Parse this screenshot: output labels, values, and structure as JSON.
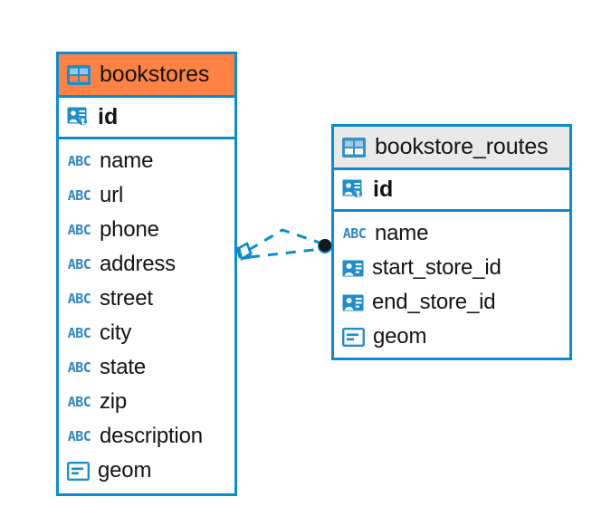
{
  "diagram": {
    "type": "entity-relationship-diagram",
    "background": "#ffffff",
    "accent_color": "#0a8cd2",
    "highlight_color": "#fd8244",
    "header_grey": "#e9e9e9",
    "text_color": "#141414"
  },
  "entities": [
    {
      "name": "bookstores",
      "header_style": "orange",
      "header_icon": "table-icon",
      "primary_key": {
        "label": "id",
        "icon": "primary-key-icon"
      },
      "fields": [
        {
          "label": "name",
          "icon": "text-abc-icon",
          "icon_text": "ABC"
        },
        {
          "label": "url",
          "icon": "text-abc-icon",
          "icon_text": "ABC"
        },
        {
          "label": "phone",
          "icon": "text-abc-icon",
          "icon_text": "ABC"
        },
        {
          "label": "address",
          "icon": "text-abc-icon",
          "icon_text": "ABC"
        },
        {
          "label": "street",
          "icon": "text-abc-icon",
          "icon_text": "ABC"
        },
        {
          "label": "city",
          "icon": "text-abc-icon",
          "icon_text": "ABC"
        },
        {
          "label": "state",
          "icon": "text-abc-icon",
          "icon_text": "ABC"
        },
        {
          "label": "zip",
          "icon": "text-abc-icon",
          "icon_text": "ABC"
        },
        {
          "label": "description",
          "icon": "text-abc-icon",
          "icon_text": "ABC"
        },
        {
          "label": "geom",
          "icon": "geometry-icon",
          "icon_text": ""
        }
      ]
    },
    {
      "name": "bookstore_routes",
      "header_style": "grey",
      "header_icon": "table-icon",
      "primary_key": {
        "label": "id",
        "icon": "primary-key-icon"
      },
      "fields": [
        {
          "label": "name",
          "icon": "text-abc-icon",
          "icon_text": "ABC"
        },
        {
          "label": "start_store_id",
          "icon": "foreign-key-icon",
          "icon_text": ""
        },
        {
          "label": "end_store_id",
          "icon": "foreign-key-icon",
          "icon_text": ""
        },
        {
          "label": "geom",
          "icon": "geometry-icon",
          "icon_text": ""
        }
      ]
    }
  ],
  "relationship": {
    "name": "bookstores-to-bookstore-routes",
    "line_style": "dashed",
    "line_color": "#0a8cd2",
    "source_marker": "diamond-outline",
    "target_marker": "filled-circle",
    "target_marker_color": "#111820",
    "cardinality": "one-to-many"
  }
}
